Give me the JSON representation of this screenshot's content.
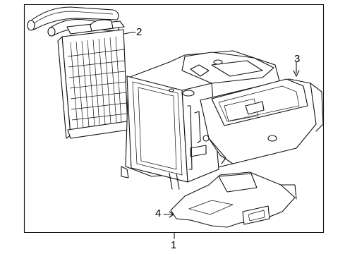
{
  "callouts": {
    "assembly": "1",
    "heater_core": "2",
    "blower_housing": "3",
    "duct": "4"
  },
  "colors": {
    "line": "#111111",
    "background": "#ffffff"
  }
}
